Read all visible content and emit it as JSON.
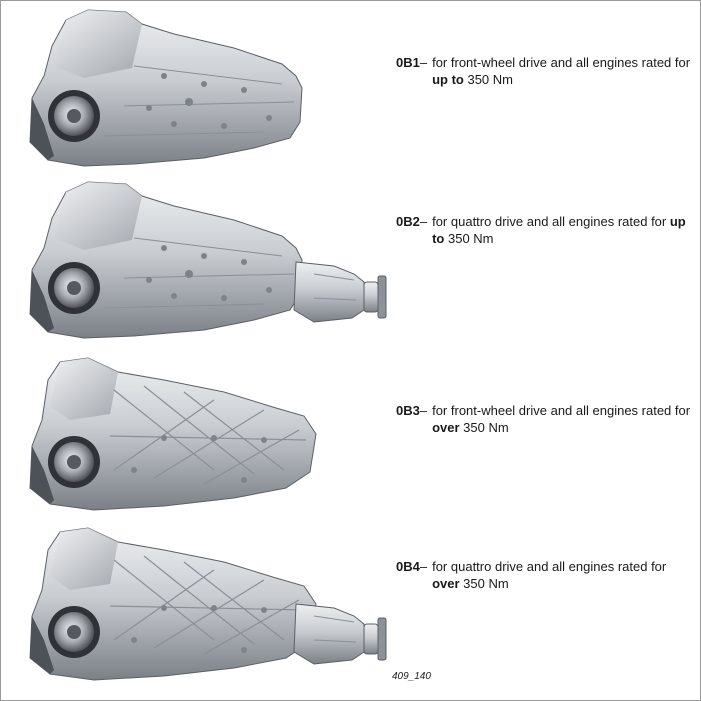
{
  "variants": [
    {
      "code": "0B1",
      "dash": "–",
      "text_pre": "for front-wheel drive and all engines rated for ",
      "text_bold": "up to",
      "text_post": " 350 Nm",
      "drive": "front-wheel"
    },
    {
      "code": "0B2",
      "dash": "–",
      "text_pre": "for quattro drive and all engines rated for ",
      "text_bold": "up to",
      "text_post": " 350 Nm",
      "drive": "quattro"
    },
    {
      "code": "0B3",
      "dash": "–",
      "text_pre": "for front-wheel drive and all engines rated for ",
      "text_bold": "over",
      "text_post": " 350 Nm",
      "drive": "front-wheel"
    },
    {
      "code": "0B4",
      "dash": "–",
      "text_pre": "for quattro drive and all engines rated for ",
      "text_bold": "over",
      "text_post": " 350 Nm",
      "drive": "quattro"
    }
  ],
  "caption": "409_140",
  "colors": {
    "metal_light": "#e4e6e9",
    "metal_mid": "#b9bdc3",
    "metal_dark": "#6f747b",
    "shadow": "#3d4147"
  }
}
